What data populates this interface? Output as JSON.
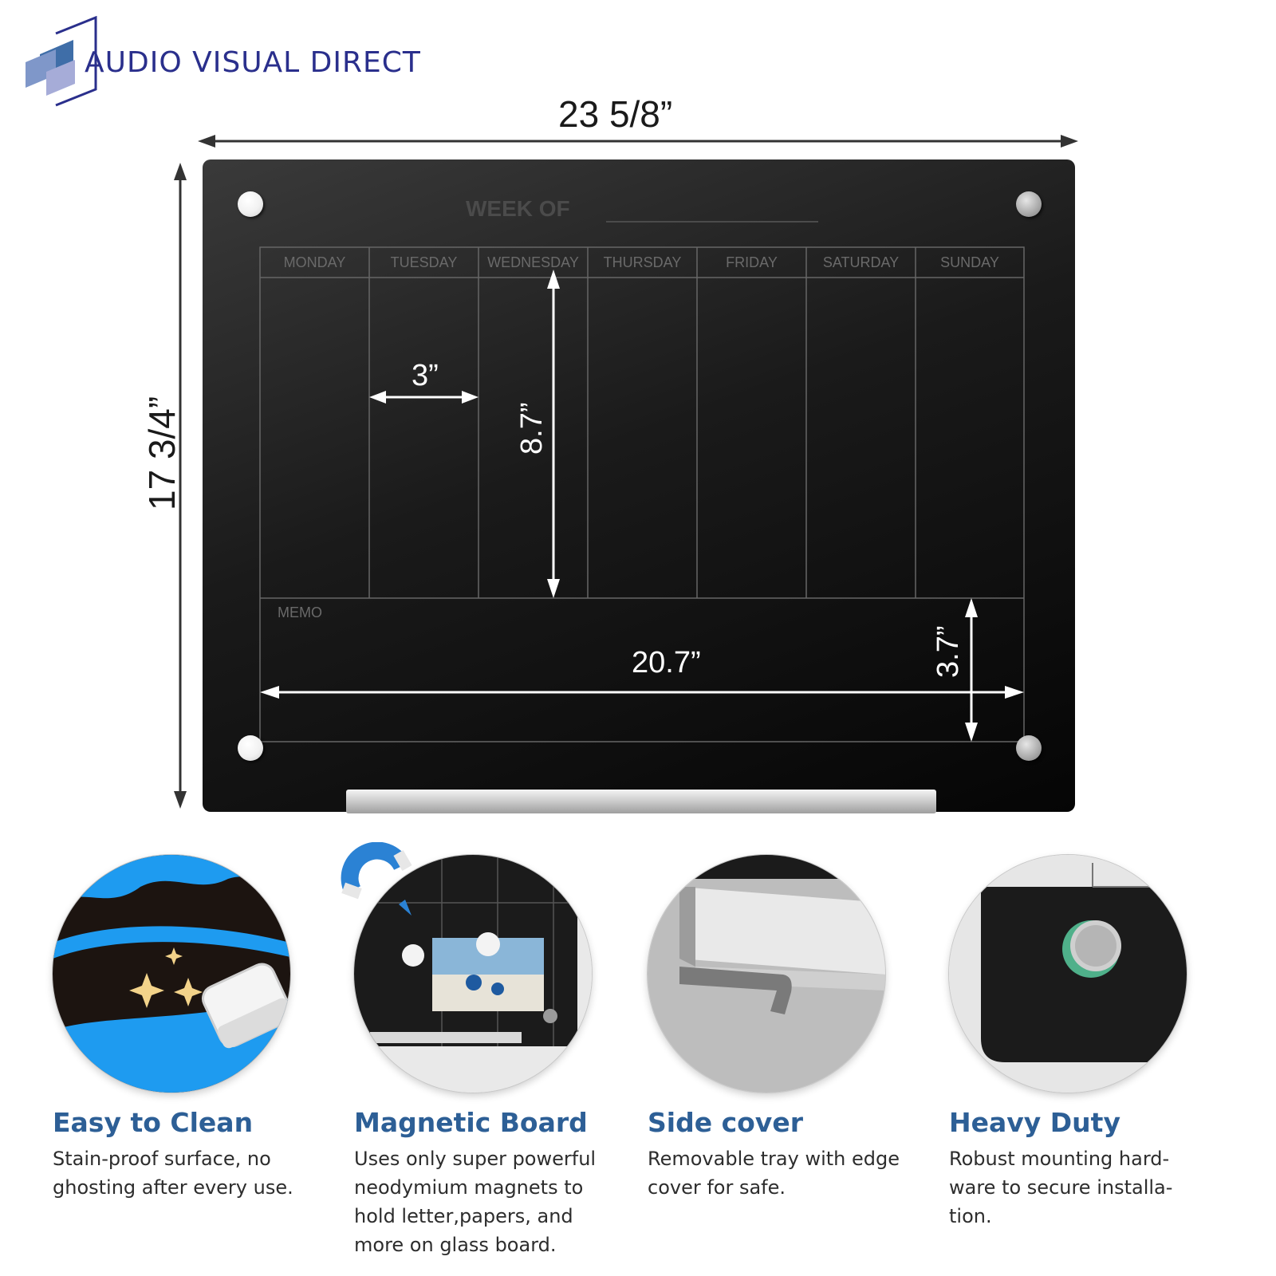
{
  "brand": {
    "name": "AUDIO VISUAL DIRECT",
    "color": "#2a2f8c"
  },
  "dimensions": {
    "overall_width": "23 5/8”",
    "overall_height": "17 3/4”",
    "column_width": "3”",
    "column_height": "8.7”",
    "memo_width": "20.7”",
    "memo_height": "3.7”"
  },
  "board": {
    "title": "WEEK OF",
    "days": [
      "MONDAY",
      "TUESDAY",
      "WEDNESDAY",
      "THURSDAY",
      "FRIDAY",
      "SATURDAY",
      "SUNDAY"
    ],
    "memo_label": "MEMO"
  },
  "features": [
    {
      "title": "Easy to Clean",
      "description": "Stain-proof surface, no ghosting after every use.",
      "icon": "eraser-cleaning-icon"
    },
    {
      "title": "Magnetic Board",
      "description": "Uses only  super powerful neodymium magnets to hold letter,papers, and more on glass board.",
      "icon": "magnet-icon"
    },
    {
      "title": "Side cover",
      "description": "Removable tray with edge cover for safe.",
      "icon": "tray-cover-icon"
    },
    {
      "title": "Heavy Duty",
      "description": "Robust mounting hard-ware to secure installa-tion.",
      "icon": "mounting-pin-icon"
    }
  ],
  "colors": {
    "feature_title": "#2d5f96",
    "board": "#111111"
  }
}
